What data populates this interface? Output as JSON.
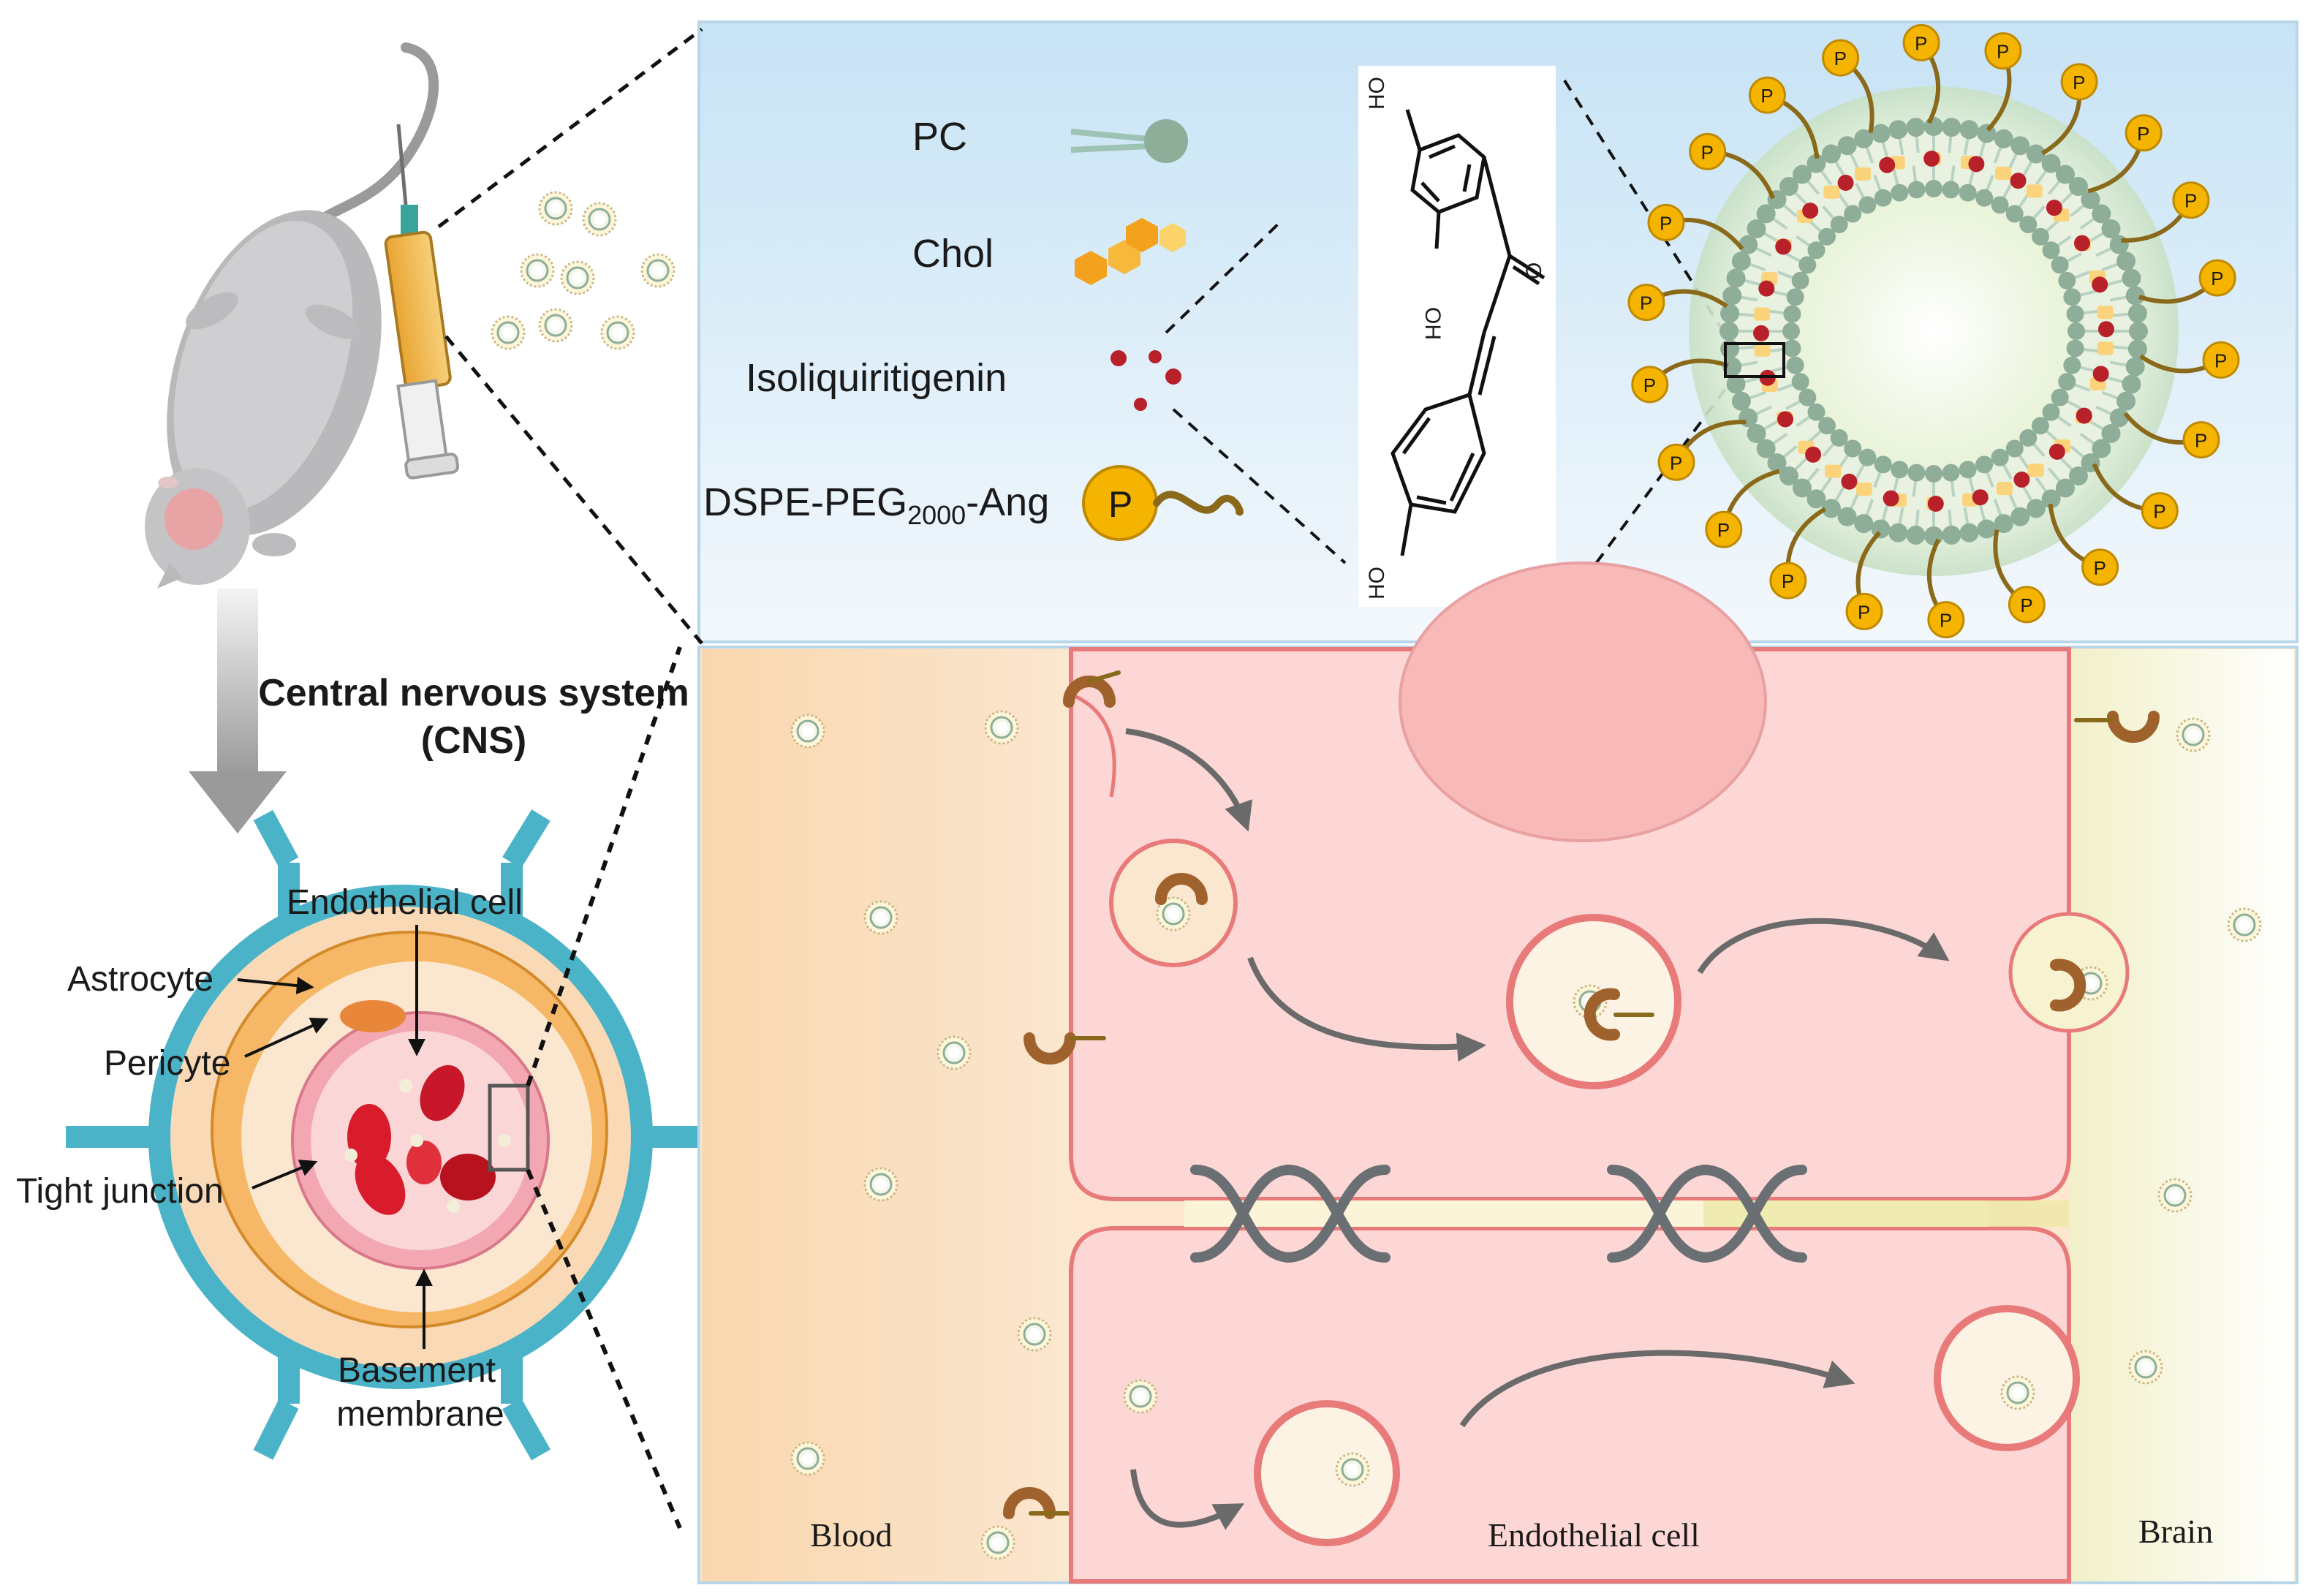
{
  "legend": {
    "pc": "PC",
    "chol": "Chol",
    "isoliquiritigenin": "Isoliquiritigenin",
    "dspe_prefix": "DSPE-PEG",
    "dspe_subscript": "2000",
    "dspe_suffix": "-Ang",
    "peg_marker": "P"
  },
  "molecule": {
    "oh_top": "HO",
    "oh_middle": "OH",
    "oh_bottom": "HO",
    "carbonyl": "O"
  },
  "cns": {
    "title_line1": "Central nervous system",
    "title_line2": "(CNS)"
  },
  "bbb_labels": {
    "endothelial_cell": "Endothelial cell",
    "astrocyte": "Astrocyte",
    "pericyte": "Pericyte",
    "tight_junction": "Tight junction",
    "basement_line1": "Basement",
    "basement_line2": "membrane"
  },
  "transport_labels": {
    "blood": "Blood",
    "endothelial_cell": "Endothelial cell",
    "brain": "Brain"
  },
  "colors": {
    "peg_ball": "#f5b400",
    "peg_tail": "#8a6a1a",
    "lipid_head": "#8fae9a",
    "drug_red": "#b8202a",
    "chol_orange": "#f4a21d",
    "endothelium_pink": "#fbd3d3",
    "membrane_red": "#e87a7a",
    "astrocyte_teal": "#4ab3c8",
    "receptor_brown": "#a0622d"
  }
}
